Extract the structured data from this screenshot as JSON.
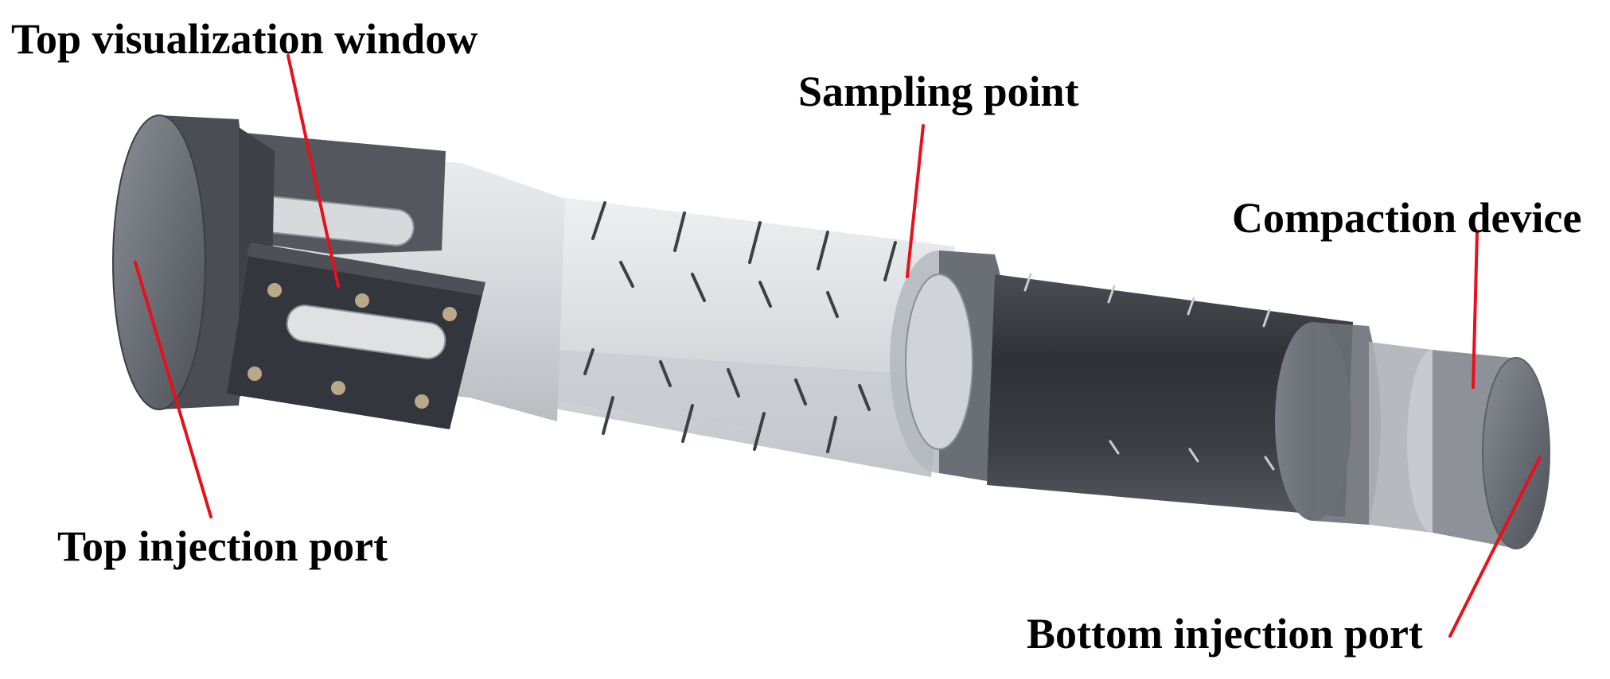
{
  "labels": {
    "top_visualization_window": "Top visualization window",
    "sampling_point": "Sampling point",
    "compaction_device": "Compaction device",
    "top_injection_port": "Top injection port",
    "bottom_injection_port": "Bottom injection port"
  },
  "colors": {
    "leader_line": "#e8101a",
    "transparent_body": "#d4d7db",
    "dark_body": "#2f3136",
    "window_plate": "#33363c",
    "end_cap": "#5c6067"
  }
}
